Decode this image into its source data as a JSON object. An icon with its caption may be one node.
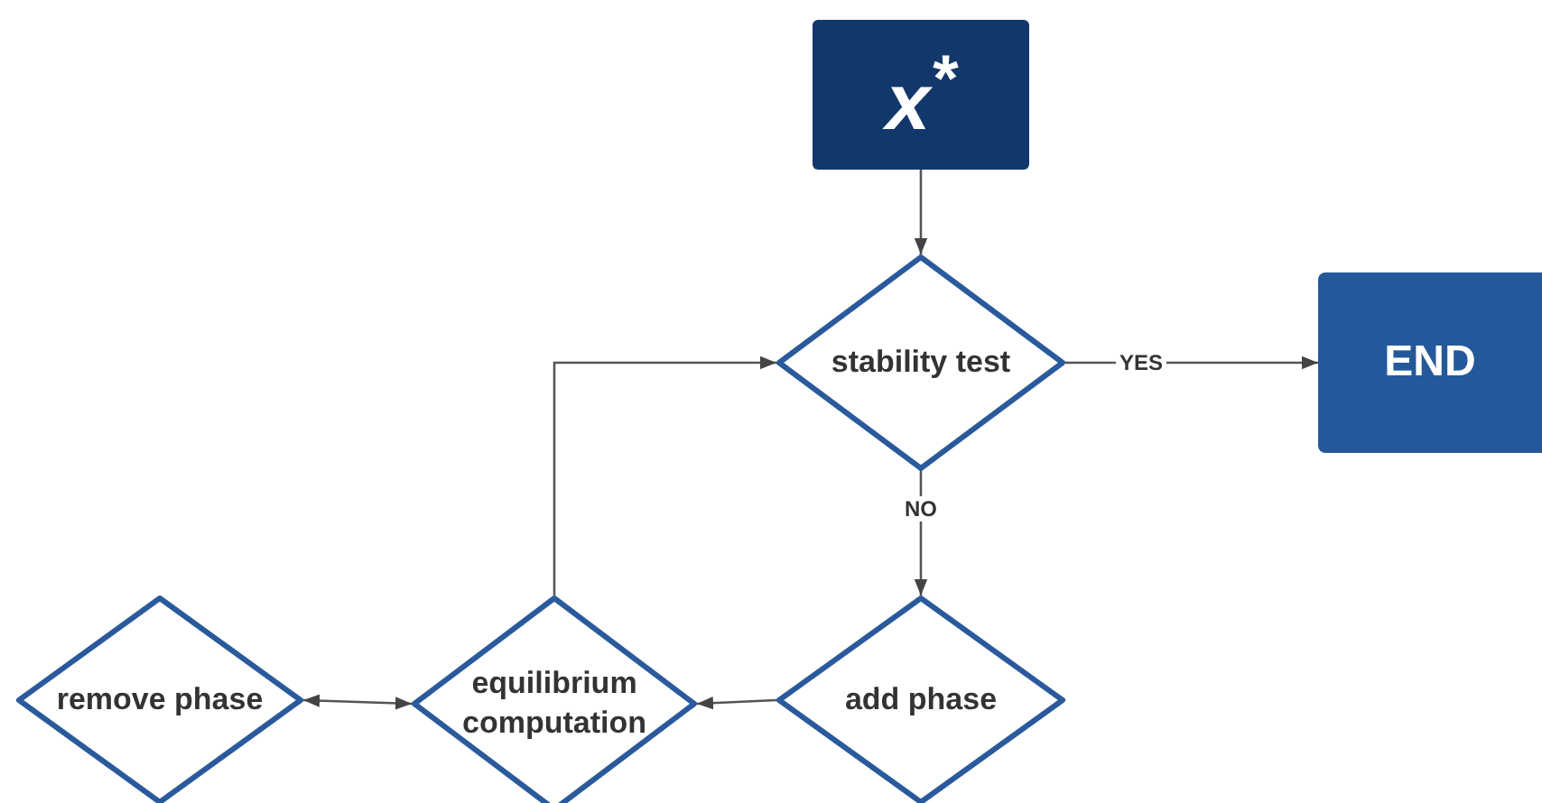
{
  "diagram": {
    "nodes": [
      {
        "text": [
          "x$^{*}$"
        ]
      },
      {
        "text": [
          "stability test"
        ]
      },
      {
        "text": [
          "END"
        ]
      },
      {
        "text": [
          "add phase"
        ]
      },
      {
        "text": [
          "equilibrium computation"
        ]
      },
      {
        "text": [
          "remove phase"
        ]
      }
    ],
    "edges": [
      {
        "from": 0,
        "to": 1,
        "arrow": "to"
      },
      {
        "from": 1,
        "to": 2,
        "arrow": "to",
        "label": "YES"
      },
      {
        "from": 1,
        "to": 3,
        "arrow": "to",
        "label": "NO"
      },
      {
        "from": 3,
        "to": 4,
        "arrow": "to"
      },
      {
        "from": 4,
        "to": 5,
        "arrow": "both"
      },
      {
        "from": 4,
        "to": 1,
        "arrow": "to"
      }
    ]
  }
}
